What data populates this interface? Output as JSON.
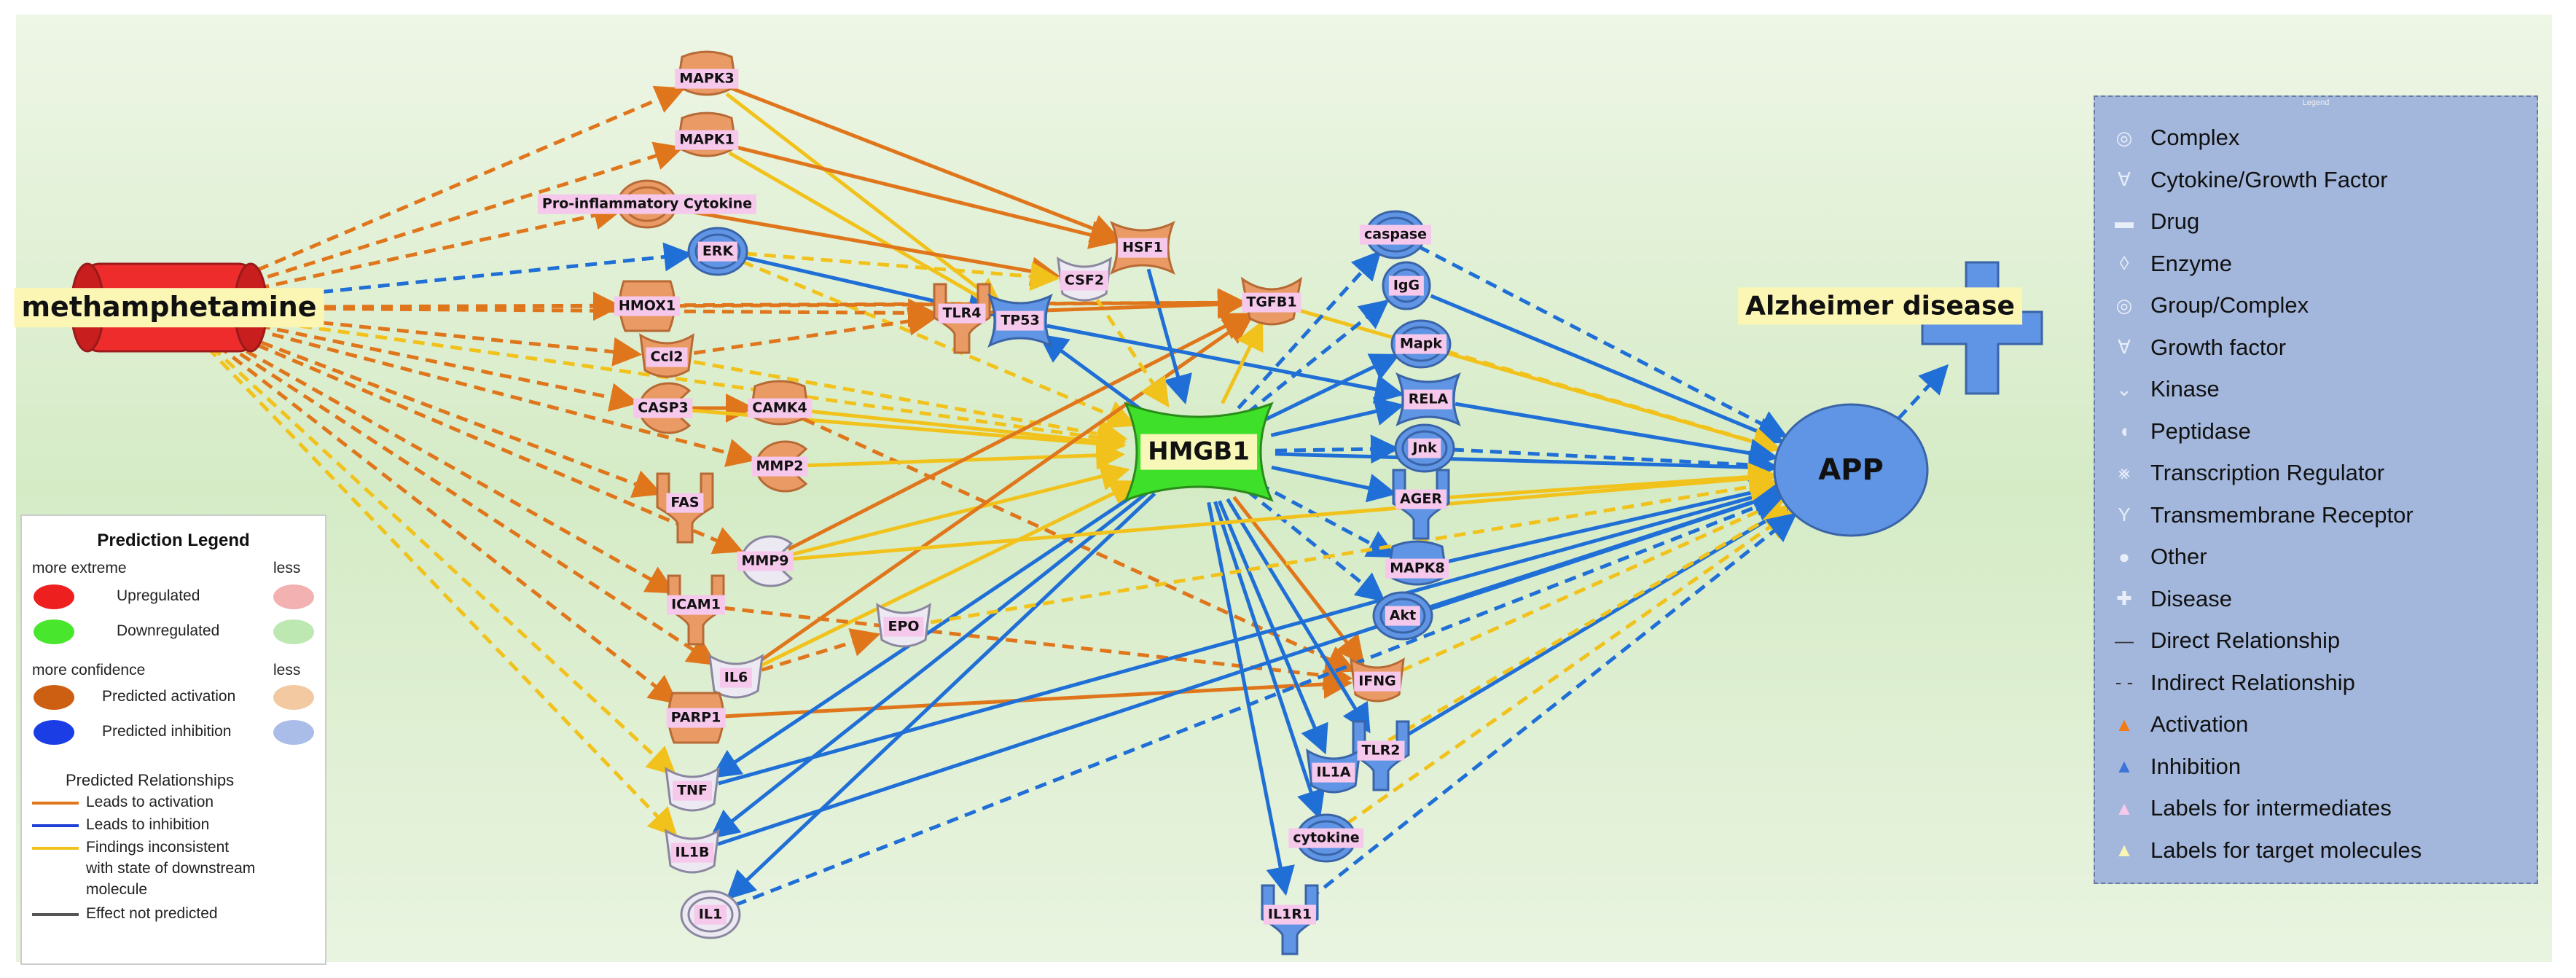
{
  "colors": {
    "activation": "#e0761c",
    "inhibition": "#1f6fd6",
    "inconsistent": "#f2c21c",
    "node_orange": "#ea9a64",
    "node_blue": "#5f95e4",
    "node_red": "#ee2c2c",
    "node_green": "#3ee02a",
    "node_light": "#ece9f3"
  },
  "nodes": [
    {
      "id": "methamphetamine",
      "label": "methamphetamine",
      "shape": "complex",
      "color": "red",
      "target": true
    },
    {
      "id": "MAPK3",
      "label": "MAPK3",
      "shape": "kinase",
      "color": "orange"
    },
    {
      "id": "MAPK1",
      "label": "MAPK1",
      "shape": "kinase",
      "color": "orange"
    },
    {
      "id": "ProInfl",
      "label": "Pro-inflammatory Cytokine",
      "shape": "group",
      "color": "orange"
    },
    {
      "id": "ERK",
      "label": "ERK",
      "shape": "group",
      "color": "blue"
    },
    {
      "id": "HMOX1",
      "label": "HMOX1",
      "shape": "enzyme",
      "color": "orange"
    },
    {
      "id": "Ccl2",
      "label": "Ccl2",
      "shape": "cytokine",
      "color": "orange"
    },
    {
      "id": "CASP3",
      "label": "CASP3",
      "shape": "peptidase",
      "color": "orange"
    },
    {
      "id": "CAMK4",
      "label": "CAMK4",
      "shape": "kinase",
      "color": "orange"
    },
    {
      "id": "MMP2",
      "label": "MMP2",
      "shape": "peptidase",
      "color": "orange"
    },
    {
      "id": "FAS",
      "label": "FAS",
      "shape": "receptor",
      "color": "orange"
    },
    {
      "id": "MMP9",
      "label": "MMP9",
      "shape": "peptidase",
      "color": "light"
    },
    {
      "id": "ICAM1",
      "label": "ICAM1",
      "shape": "receptor",
      "color": "orange"
    },
    {
      "id": "IL6",
      "label": "IL6",
      "shape": "cytokine",
      "color": "light"
    },
    {
      "id": "EPO",
      "label": "EPO",
      "shape": "cytokine",
      "color": "light"
    },
    {
      "id": "PARP1",
      "label": "PARP1",
      "shape": "enzyme",
      "color": "orange"
    },
    {
      "id": "TNF",
      "label": "TNF",
      "shape": "cytokine",
      "color": "light"
    },
    {
      "id": "IL1B",
      "label": "IL1B",
      "shape": "cytokine",
      "color": "light"
    },
    {
      "id": "IL1",
      "label": "IL1",
      "shape": "group",
      "color": "light"
    },
    {
      "id": "HSF1",
      "label": "HSF1",
      "shape": "transcription",
      "color": "orange"
    },
    {
      "id": "CSF2",
      "label": "CSF2",
      "shape": "cytokine",
      "color": "light"
    },
    {
      "id": "TLR4",
      "label": "TLR4",
      "shape": "receptor",
      "color": "orange"
    },
    {
      "id": "TP53",
      "label": "TP53",
      "shape": "transcription",
      "color": "blue"
    },
    {
      "id": "TGFB1",
      "label": "TGFB1",
      "shape": "growth",
      "color": "orange"
    },
    {
      "id": "HMGB1",
      "label": "HMGB1",
      "shape": "transcription",
      "color": "green",
      "target": true
    },
    {
      "id": "caspase",
      "label": "caspase",
      "shape": "group",
      "color": "blue"
    },
    {
      "id": "IgG",
      "label": "IgG",
      "shape": "complex",
      "color": "blue"
    },
    {
      "id": "Mapk",
      "label": "Mapk",
      "shape": "group",
      "color": "blue"
    },
    {
      "id": "RELA",
      "label": "RELA",
      "shape": "transcription",
      "color": "blue"
    },
    {
      "id": "Jnk",
      "label": "Jnk",
      "shape": "group",
      "color": "blue"
    },
    {
      "id": "AGER",
      "label": "AGER",
      "shape": "receptor",
      "color": "blue"
    },
    {
      "id": "MAPK8",
      "label": "MAPK8",
      "shape": "kinase",
      "color": "blue"
    },
    {
      "id": "Akt",
      "label": "Akt",
      "shape": "group",
      "color": "blue"
    },
    {
      "id": "IFNG",
      "label": "IFNG",
      "shape": "cytokine",
      "color": "orange"
    },
    {
      "id": "TLR2",
      "label": "TLR2",
      "shape": "receptor",
      "color": "blue"
    },
    {
      "id": "IL1A",
      "label": "IL1A",
      "shape": "cytokine",
      "color": "blue"
    },
    {
      "id": "cytokine",
      "label": "cytokine",
      "shape": "group",
      "color": "blue"
    },
    {
      "id": "IL1R1",
      "label": "IL1R1",
      "shape": "receptor",
      "color": "blue"
    },
    {
      "id": "APP",
      "label": "APP",
      "shape": "other",
      "color": "blue",
      "target": true
    },
    {
      "id": "Alzheimer",
      "label": "Alzheimer disease",
      "shape": "disease",
      "color": "blue",
      "target": true
    }
  ],
  "edges": [
    {
      "from": "methamphetamine",
      "to": "MAPK3",
      "type": "act",
      "style": "dashed"
    },
    {
      "from": "methamphetamine",
      "to": "MAPK1",
      "type": "act",
      "style": "dashed"
    },
    {
      "from": "methamphetamine",
      "to": "ProInfl",
      "type": "act",
      "style": "dashed"
    },
    {
      "from": "methamphetamine",
      "to": "ERK",
      "type": "inh",
      "style": "dashed"
    },
    {
      "from": "methamphetamine",
      "to": "HMOX1",
      "type": "act",
      "style": "dashed"
    },
    {
      "from": "methamphetamine",
      "to": "Ccl2",
      "type": "act",
      "style": "dashed"
    },
    {
      "from": "methamphetamine",
      "to": "CASP3",
      "type": "act",
      "style": "dashed"
    },
    {
      "from": "methamphetamine",
      "to": "MMP2",
      "type": "act",
      "style": "dashed"
    },
    {
      "from": "methamphetamine",
      "to": "FAS",
      "type": "act",
      "style": "dashed"
    },
    {
      "from": "methamphetamine",
      "to": "MMP9",
      "type": "act",
      "style": "dashed"
    },
    {
      "from": "methamphetamine",
      "to": "ICAM1",
      "type": "act",
      "style": "dashed"
    },
    {
      "from": "methamphetamine",
      "to": "IL6",
      "type": "act",
      "style": "dashed"
    },
    {
      "from": "methamphetamine",
      "to": "PARP1",
      "type": "act",
      "style": "dashed"
    },
    {
      "from": "methamphetamine",
      "to": "TNF",
      "type": "inc",
      "style": "dashed"
    },
    {
      "from": "methamphetamine",
      "to": "IL1B",
      "type": "inc",
      "style": "dashed"
    },
    {
      "from": "methamphetamine",
      "to": "TLR4",
      "type": "act",
      "style": "dashed"
    },
    {
      "from": "methamphetamine",
      "to": "TGFB1",
      "type": "act",
      "style": "dashed"
    },
    {
      "from": "methamphetamine",
      "to": "HMGB1",
      "type": "inc",
      "style": "dashed"
    },
    {
      "from": "MAPK3",
      "to": "HSF1",
      "type": "act",
      "style": "solid"
    },
    {
      "from": "MAPK3",
      "to": "TP53",
      "type": "inc",
      "style": "solid"
    },
    {
      "from": "MAPK1",
      "to": "HSF1",
      "type": "act",
      "style": "solid"
    },
    {
      "from": "MAPK1",
      "to": "TP53",
      "type": "inc",
      "style": "solid"
    },
    {
      "from": "ProInfl",
      "to": "CSF2",
      "type": "act",
      "style": "solid"
    },
    {
      "from": "ERK",
      "to": "TP53",
      "type": "inh",
      "style": "solid"
    },
    {
      "from": "ERK",
      "to": "CSF2",
      "type": "inc",
      "style": "dashed"
    },
    {
      "from": "ERK",
      "to": "HMGB1",
      "type": "inc",
      "style": "dashed"
    },
    {
      "from": "HMOX1",
      "to": "TGFB1",
      "type": "act",
      "style": "dashed"
    },
    {
      "from": "Ccl2",
      "to": "TLR4",
      "type": "act",
      "style": "dashed"
    },
    {
      "from": "Ccl2",
      "to": "HMGB1",
      "type": "inc",
      "style": "dashed"
    },
    {
      "from": "CASP3",
      "to": "CAMK4",
      "type": "act",
      "style": "solid"
    },
    {
      "from": "CASP3",
      "to": "HMGB1",
      "type": "inc",
      "style": "solid"
    },
    {
      "from": "CAMK4",
      "to": "HMGB1",
      "type": "inc",
      "style": "solid"
    },
    {
      "from": "CAMK4",
      "to": "IFNG",
      "type": "act",
      "style": "dashed"
    },
    {
      "from": "MMP2",
      "to": "HMGB1",
      "type": "inc",
      "style": "solid"
    },
    {
      "from": "MMP9",
      "to": "TGFB1",
      "type": "act",
      "style": "solid"
    },
    {
      "from": "MMP9",
      "to": "HMGB1",
      "type": "inc",
      "style": "solid"
    },
    {
      "from": "IL6",
      "to": "EPO",
      "type": "act",
      "style": "dashed"
    },
    {
      "from": "IL6",
      "to": "TGFB1",
      "type": "act",
      "style": "solid"
    },
    {
      "from": "IL6",
      "to": "HMGB1",
      "type": "inc",
      "style": "solid"
    },
    {
      "from": "ICAM1",
      "to": "IFNG",
      "type": "act",
      "style": "dashed"
    },
    {
      "from": "PARP1",
      "to": "IFNG",
      "type": "act",
      "style": "solid"
    },
    {
      "from": "HSF1",
      "to": "HMGB1",
      "type": "inh",
      "style": "solid"
    },
    {
      "from": "CSF2",
      "to": "HMGB1",
      "type": "inc",
      "style": "dashed"
    },
    {
      "from": "TLR4",
      "to": "TGFB1",
      "type": "act",
      "style": "solid"
    },
    {
      "from": "TP53",
      "to": "RELA",
      "type": "inh",
      "style": "solid"
    },
    {
      "from": "TGFB1",
      "to": "APP",
      "type": "inc",
      "style": "solid"
    },
    {
      "from": "HMGB1",
      "to": "TP53",
      "type": "inh",
      "style": "solid"
    },
    {
      "from": "HMGB1",
      "to": "TGFB1",
      "type": "inc",
      "style": "solid"
    },
    {
      "from": "HMGB1",
      "to": "caspase",
      "type": "inh",
      "style": "dashed"
    },
    {
      "from": "HMGB1",
      "to": "IgG",
      "type": "inh",
      "style": "dashed"
    },
    {
      "from": "HMGB1",
      "to": "Mapk",
      "type": "inh",
      "style": "solid"
    },
    {
      "from": "HMGB1",
      "to": "RELA",
      "type": "inh",
      "style": "solid"
    },
    {
      "from": "HMGB1",
      "to": "Jnk",
      "type": "inh",
      "style": "dashed"
    },
    {
      "from": "HMGB1",
      "to": "AGER",
      "type": "inh",
      "style": "solid"
    },
    {
      "from": "HMGB1",
      "to": "MAPK8",
      "type": "inh",
      "style": "dashed"
    },
    {
      "from": "HMGB1",
      "to": "Akt",
      "type": "inh",
      "style": "dashed"
    },
    {
      "from": "HMGB1",
      "to": "IFNG",
      "type": "act",
      "style": "solid"
    },
    {
      "from": "HMGB1",
      "to": "TLR2",
      "type": "inh",
      "style": "solid"
    },
    {
      "from": "HMGB1",
      "to": "IL1A",
      "type": "inh",
      "style": "solid"
    },
    {
      "from": "HMGB1",
      "to": "cytokine",
      "type": "inh",
      "style": "solid"
    },
    {
      "from": "HMGB1",
      "to": "IL1R1",
      "type": "inh",
      "style": "solid"
    },
    {
      "from": "HMGB1",
      "to": "TNF",
      "type": "inh",
      "style": "solid"
    },
    {
      "from": "HMGB1",
      "to": "IL1B",
      "type": "inh",
      "style": "solid"
    },
    {
      "from": "HMGB1",
      "to": "IL1",
      "type": "inh",
      "style": "solid"
    },
    {
      "from": "HMGB1",
      "to": "APP",
      "type": "inh",
      "style": "solid"
    },
    {
      "from": "caspase",
      "to": "APP",
      "type": "inh",
      "style": "dashed"
    },
    {
      "from": "IgG",
      "to": "APP",
      "type": "inh",
      "style": "solid"
    },
    {
      "from": "Mapk",
      "to": "APP",
      "type": "inc",
      "style": "dashed"
    },
    {
      "from": "RELA",
      "to": "APP",
      "type": "inh",
      "style": "solid"
    },
    {
      "from": "Jnk",
      "to": "APP",
      "type": "inh",
      "style": "dashed"
    },
    {
      "from": "AGER",
      "to": "APP",
      "type": "inc",
      "style": "solid"
    },
    {
      "from": "MAPK8",
      "to": "APP",
      "type": "inh",
      "style": "solid"
    },
    {
      "from": "Akt",
      "to": "APP",
      "type": "inh",
      "style": "solid"
    },
    {
      "from": "IFNG",
      "to": "APP",
      "type": "inc",
      "style": "dashed"
    },
    {
      "from": "TLR2",
      "to": "APP",
      "type": "inh",
      "style": "solid"
    },
    {
      "from": "IL1A",
      "to": "APP",
      "type": "inc",
      "style": "dashed"
    },
    {
      "from": "cytokine",
      "to": "APP",
      "type": "inc",
      "style": "dashed"
    },
    {
      "from": "IL1R1",
      "to": "APP",
      "type": "inh",
      "style": "dashed"
    },
    {
      "from": "TNF",
      "to": "APP",
      "type": "inh",
      "style": "solid"
    },
    {
      "from": "IL1B",
      "to": "APP",
      "type": "inh",
      "style": "solid"
    },
    {
      "from": "IL1",
      "to": "APP",
      "type": "inh",
      "style": "dashed"
    },
    {
      "from": "MMP9",
      "to": "APP",
      "type": "inc",
      "style": "solid"
    },
    {
      "from": "EPO",
      "to": "APP",
      "type": "inc",
      "style": "dashed"
    },
    {
      "from": "APP",
      "to": "Alzheimer",
      "type": "inh",
      "style": "dashed"
    }
  ],
  "prediction_legend": {
    "title": "Prediction Legend",
    "more_extreme": "more extreme",
    "less_1": "less",
    "upregulated": "Upregulated",
    "downregulated": "Downregulated",
    "more_confidence": "more confidence",
    "less_2": "less",
    "predicted_activation": "Predicted activation",
    "predicted_inhibition": "Predicted inhibition",
    "relationships_title": "Predicted Relationships",
    "rel_activation": "Leads to activation",
    "rel_inhibition": "Leads to inhibition",
    "rel_inconsistent_1": "Findings inconsistent",
    "rel_inconsistent_2": "with state of downstream",
    "rel_inconsistent_3": "molecule",
    "rel_not_predicted": "Effect not predicted"
  },
  "main_legend": {
    "title": "Legend",
    "items": [
      {
        "icon": "complex-icon",
        "label": "Complex"
      },
      {
        "icon": "cytokine-icon",
        "label": "Cytokine/Growth Factor"
      },
      {
        "icon": "drug-icon",
        "label": "Drug"
      },
      {
        "icon": "enzyme-icon",
        "label": "Enzyme"
      },
      {
        "icon": "group-complex-icon",
        "label": "Group/Complex"
      },
      {
        "icon": "growth-factor-icon",
        "label": "Growth factor"
      },
      {
        "icon": "kinase-icon",
        "label": "Kinase"
      },
      {
        "icon": "peptidase-icon",
        "label": "Peptidase"
      },
      {
        "icon": "transcription-regulator-icon",
        "label": "Transcription Regulator"
      },
      {
        "icon": "transmembrane-receptor-icon",
        "label": "Transmembrane Receptor"
      },
      {
        "icon": "other-icon",
        "label": "Other"
      },
      {
        "icon": "disease-icon",
        "label": "Disease"
      },
      {
        "icon": "direct-relationship-icon",
        "label": "Direct Relationship"
      },
      {
        "icon": "indirect-relationship-icon",
        "label": "Indirect Relationship"
      },
      {
        "icon": "activation-icon",
        "label": "Activation"
      },
      {
        "icon": "inhibition-icon",
        "label": "Inhibition"
      },
      {
        "icon": "intermediate-label-icon",
        "label": "Labels for intermediates"
      },
      {
        "icon": "target-label-icon",
        "label": "Labels for target molecules"
      }
    ]
  }
}
